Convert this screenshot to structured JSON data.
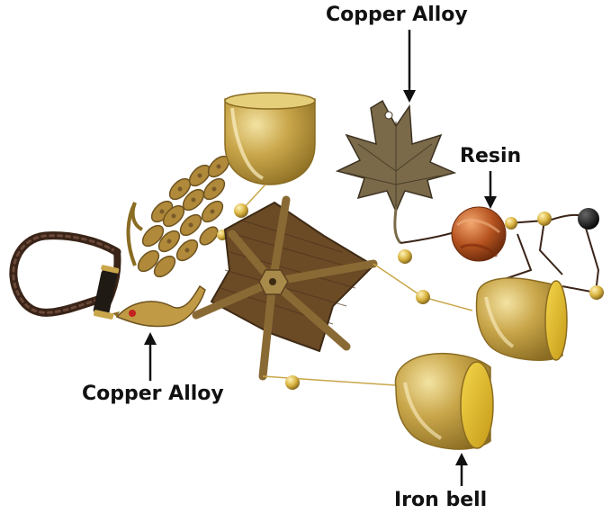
{
  "labels": {
    "copper_alloy_top": "Copper Alloy",
    "resin": "Resin",
    "copper_alloy_bottom": "Copper Alloy",
    "iron_bell": "Iron bell"
  },
  "colors": {
    "brass": "#c9a64a",
    "brass_light": "#e6cf7a",
    "bronze": "#7a5a2a",
    "cord": "#3a2418",
    "resin": "#b5531f",
    "bead_dark": "#111111",
    "label_text": "#111111"
  }
}
